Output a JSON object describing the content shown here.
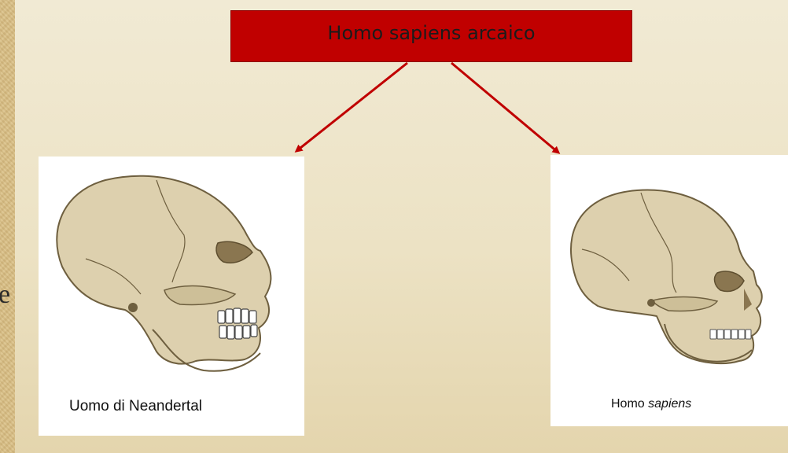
{
  "diagram": {
    "root_label": "Homo sapiens arcaico",
    "children": [
      {
        "label": "Uomo di Neandertal"
      },
      {
        "label_prefix": "Homo",
        "label_italic": "sapiens"
      }
    ]
  },
  "edge_text": "e",
  "colors": {
    "root_fill": "#c00000",
    "arrow": "#c00000",
    "background": "#d9c08a",
    "panel": "#efe6cc"
  },
  "icons": [
    "neanderthal-skull-icon",
    "sapiens-skull-icon"
  ]
}
